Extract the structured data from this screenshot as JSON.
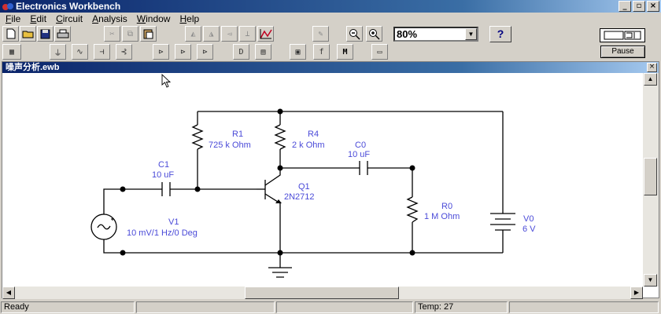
{
  "app": {
    "title": "Electronics Workbench"
  },
  "menu": {
    "items": [
      {
        "label": "File",
        "key": "F",
        "rest": "ile"
      },
      {
        "label": "Edit",
        "key": "E",
        "rest": "dit"
      },
      {
        "label": "Circuit",
        "key": "C",
        "rest": "ircuit"
      },
      {
        "label": "Analysis",
        "key": "A",
        "rest": "nalysis"
      },
      {
        "label": "Window",
        "key": "W",
        "rest": "indow"
      },
      {
        "label": "Help",
        "key": "H",
        "rest": "elp"
      }
    ]
  },
  "toolbar": {
    "zoom_value": "80%",
    "help_label": "?",
    "pause_label": "Pause"
  },
  "document": {
    "title": "噪声分析.ewb"
  },
  "schematic": {
    "R1": {
      "name": "R1",
      "value": "725 k Ohm"
    },
    "R4": {
      "name": "R4",
      "value": "2 k Ohm"
    },
    "C0": {
      "name": "C0",
      "value": "10 uF"
    },
    "C1": {
      "name": "C1",
      "value": "10 uF"
    },
    "Q1": {
      "name": "Q1",
      "value": "2N2712"
    },
    "R0": {
      "name": "R0",
      "value": "1 M Ohm"
    },
    "V0": {
      "name": "V0",
      "value": "6 V"
    },
    "V1": {
      "name": "V1",
      "value": "10 mV/1 Hz/0 Deg"
    }
  },
  "status": {
    "text": "Ready",
    "temp": "Temp:  27"
  }
}
